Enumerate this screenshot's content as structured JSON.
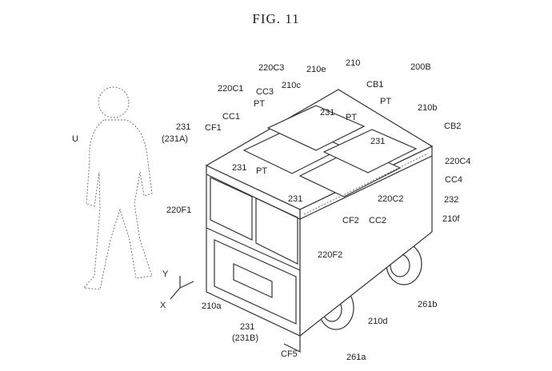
{
  "figure_title": "FIG. 11",
  "labels": {
    "user": "U",
    "robot": "200B",
    "body": "210",
    "top_face": "210e",
    "cover_c3": "220C3",
    "side_c": "210c",
    "cb1": "CB1",
    "cover_c1": "220C1",
    "cc3": "CC3",
    "pt1": "PT",
    "pt2": "PT",
    "pt3": "PT",
    "pt4": "PT",
    "box_top1": "231",
    "box_top2": "231",
    "box_top3": "231",
    "box_top4": "231",
    "side_b": "210b",
    "cc1": "CC1",
    "cb2": "CB2",
    "box_a": "231",
    "box_a_sub": "(231A)",
    "cf1": "CF1",
    "cover_c4": "220C4",
    "cc4": "CC4",
    "cover_c2": "220C2",
    "panel": "232",
    "cover_f1": "220F1",
    "cf2": "CF2",
    "cc2": "CC2",
    "side_f": "210f",
    "cover_f2": "220F2",
    "axis_y": "Y",
    "axis_x": "X",
    "side_a": "210a",
    "side_d": "210d",
    "wheel_b": "261b",
    "box_b": "231",
    "box_b_sub": "(231B)",
    "cf5": "CF5",
    "wheel_a": "261a"
  }
}
